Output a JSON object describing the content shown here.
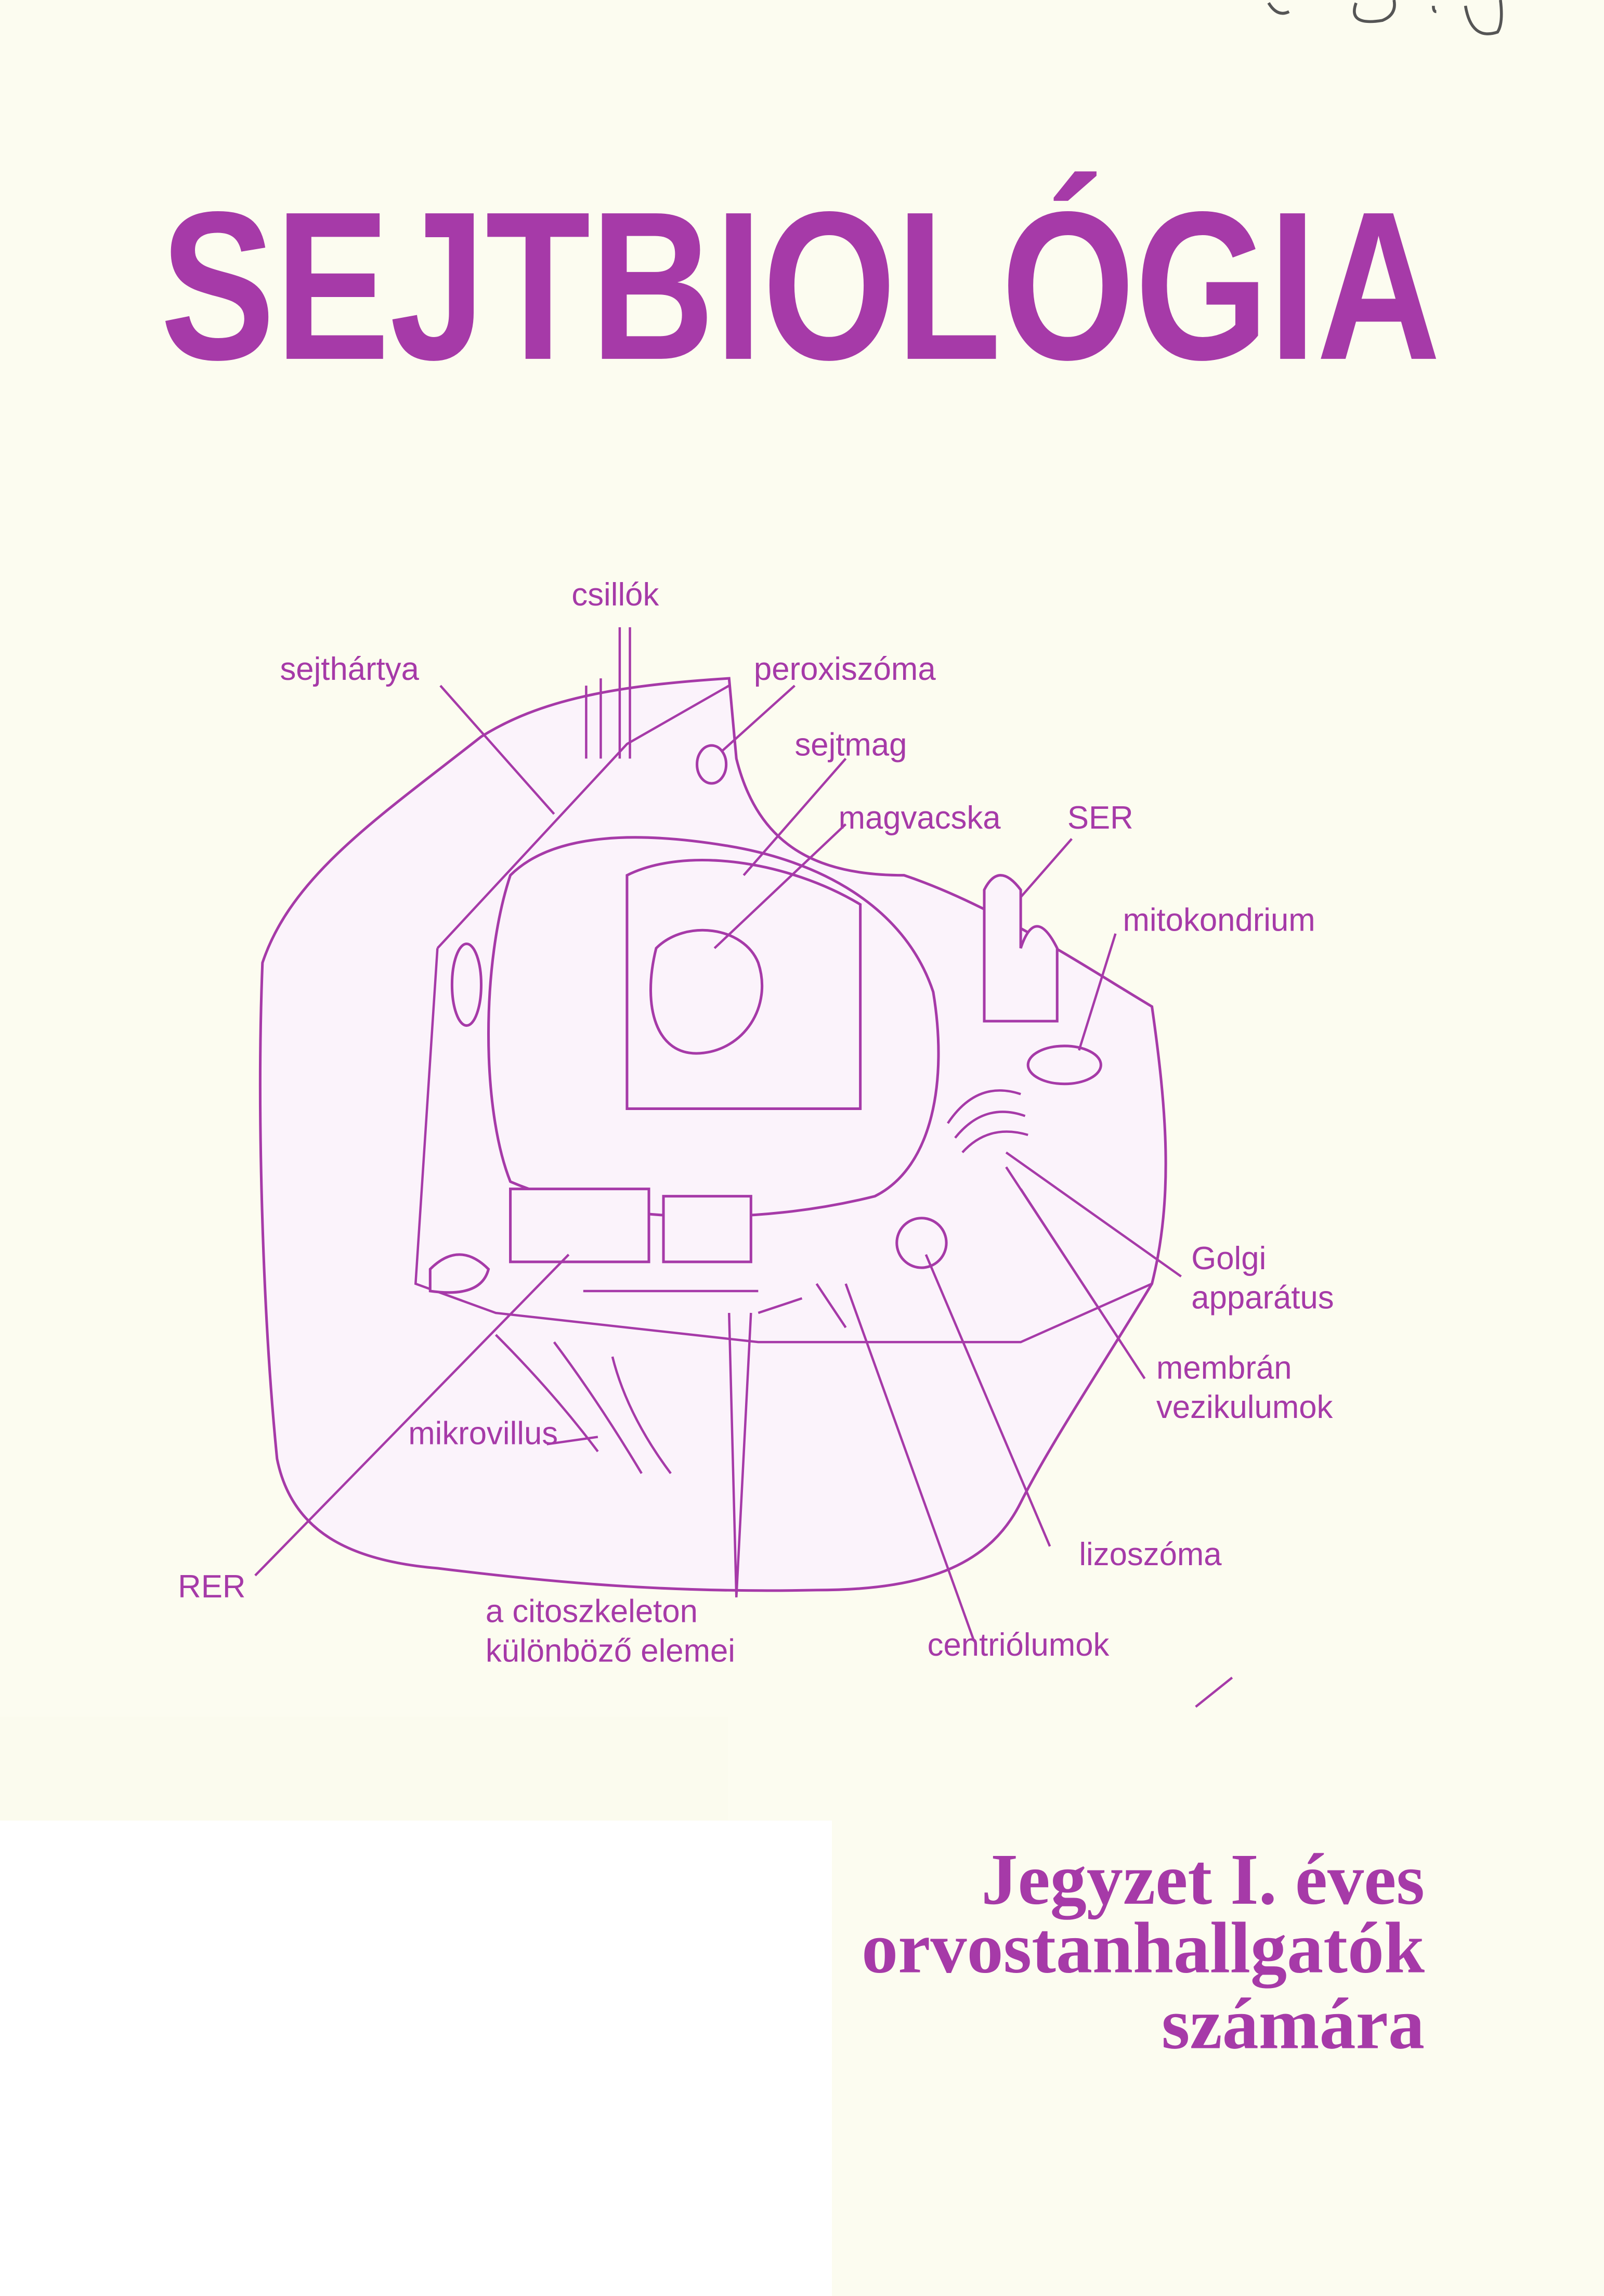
{
  "title": "SEJTBIOLÓGIA",
  "diagram_labels": {
    "csillok": "csillók",
    "sejthartya": "sejthártya",
    "peroxiszoma": "peroxiszóma",
    "sejtmag": "sejtmag",
    "magvacska": "magvacska",
    "ser": "SER",
    "mitokondrium": "mitokondrium",
    "golgi_1": "Golgi",
    "golgi_2": "apparátus",
    "membran_1": "membrán",
    "membran_2": "vezikulumok",
    "mikrovillus": "mikrovillus",
    "lizoszoma": "lizoszóma",
    "rer": "RER",
    "citoszkeleton_1": "a citoszkeleton",
    "citoszkeleton_2": "különböző elemei",
    "centriolumok": "centriólumok"
  },
  "subtitle": [
    "Jegyzet I. éves",
    "orvostanhallgatók",
    "számára"
  ],
  "colors": {
    "accent": "#a63aa8",
    "paper": "#fcfcf0"
  }
}
